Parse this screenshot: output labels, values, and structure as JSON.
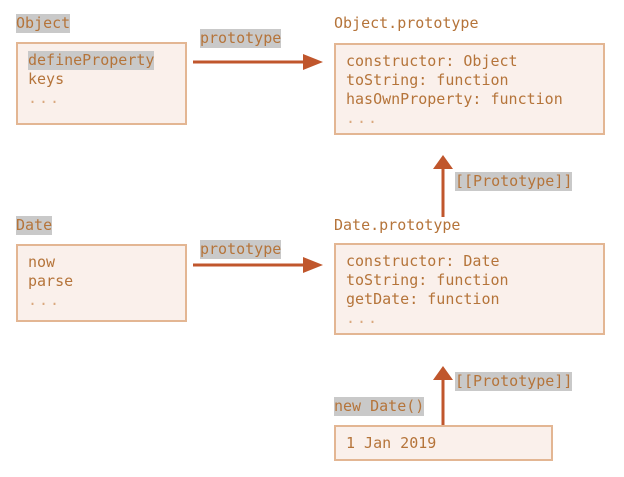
{
  "diagram": {
    "title": "JavaScript prototype chain diagram",
    "colors": {
      "box_fill": "#faf0eb",
      "box_border": "#e3b693",
      "text": "#b5743a",
      "highlight": "#c9c9c9",
      "arrow": "#c0562c",
      "background": "#ffffff"
    }
  },
  "nodes": {
    "object_ctor": {
      "caption": "Object",
      "members": [
        "defineProperty",
        "keys",
        "..."
      ],
      "highlighted_member": "defineProperty"
    },
    "object_prototype": {
      "caption": "Object.prototype",
      "members": [
        "constructor: Object",
        "toString: function",
        "hasOwnProperty: function",
        "..."
      ]
    },
    "date_ctor": {
      "caption": "Date",
      "members": [
        "now",
        "parse",
        "..."
      ]
    },
    "date_prototype": {
      "caption": "Date.prototype",
      "members": [
        "constructor: Date",
        "toString: function",
        "getDate: function",
        "..."
      ]
    },
    "date_instance": {
      "caption": "new Date()",
      "members": [
        "1 Jan 2019"
      ]
    }
  },
  "edges": {
    "object_to_object_prototype": {
      "label": "prototype",
      "direction": "right"
    },
    "date_prototype_to_object_prototype": {
      "label": "[[Prototype]]",
      "direction": "up"
    },
    "date_to_date_prototype": {
      "label": "prototype",
      "direction": "right"
    },
    "instance_to_date_prototype": {
      "label": "[[Prototype]]",
      "direction": "up"
    }
  }
}
